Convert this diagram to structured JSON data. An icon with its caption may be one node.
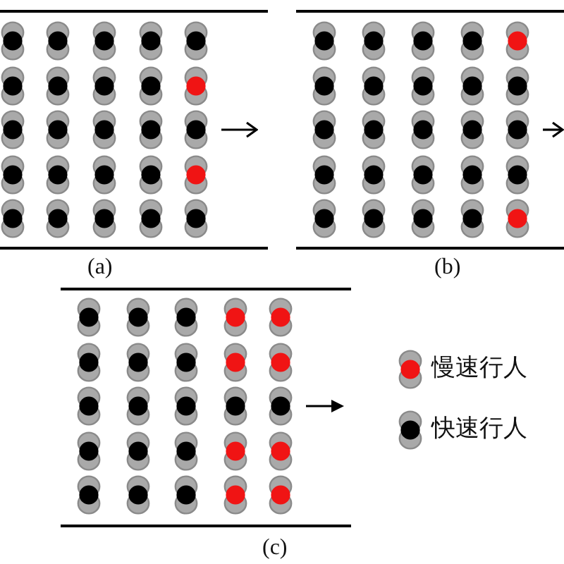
{
  "diagram": {
    "labels": [
      "(a)",
      "(b)",
      "(c)"
    ],
    "legend": [
      {
        "text": "慢速行人",
        "color": "#f01414"
      },
      {
        "text": "快速行人",
        "color": "#000000"
      }
    ]
  }
}
